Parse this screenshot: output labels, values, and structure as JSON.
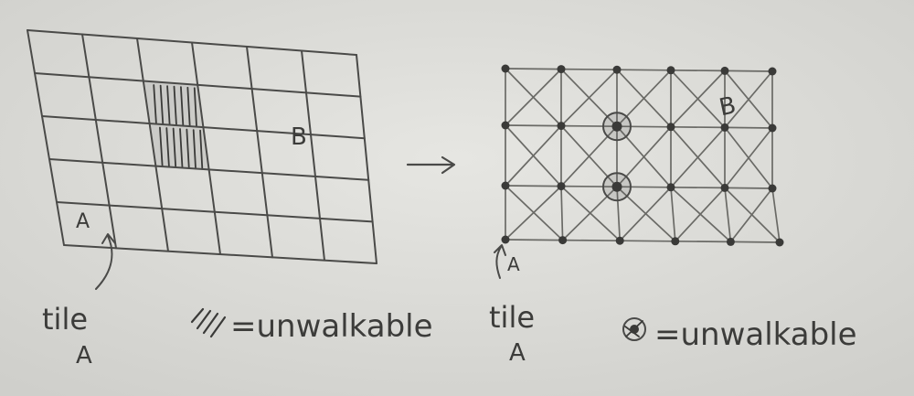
{
  "colors": {
    "paper": "#dcdcd8",
    "pencil": "#4a4a48",
    "pencil_light": "#6a6a66",
    "hatch": "#3a3a38"
  },
  "left_grid": {
    "columns": 6,
    "rows": 5,
    "labels": {
      "goal": "B",
      "start": "A"
    },
    "unwalkable_column": 2,
    "unwalkable_rows": [
      1,
      2
    ]
  },
  "transition_arrow_icon": "arrow-right-icon",
  "right_graph": {
    "node_columns": 6,
    "node_rows": 4,
    "diagonal_edges": true,
    "unwalkable_nodes": [
      {
        "col": 2,
        "row": 1
      },
      {
        "col": 2,
        "row": 2
      }
    ],
    "labels": {
      "goal": "B",
      "start": "A"
    }
  },
  "annotations": {
    "left_tile_word": "tile",
    "left_tile_letter": "A",
    "left_legend": "=unwalkable",
    "right_tile_word": "tile",
    "right_tile_letter": "A",
    "right_legend": "=unwalkable"
  }
}
